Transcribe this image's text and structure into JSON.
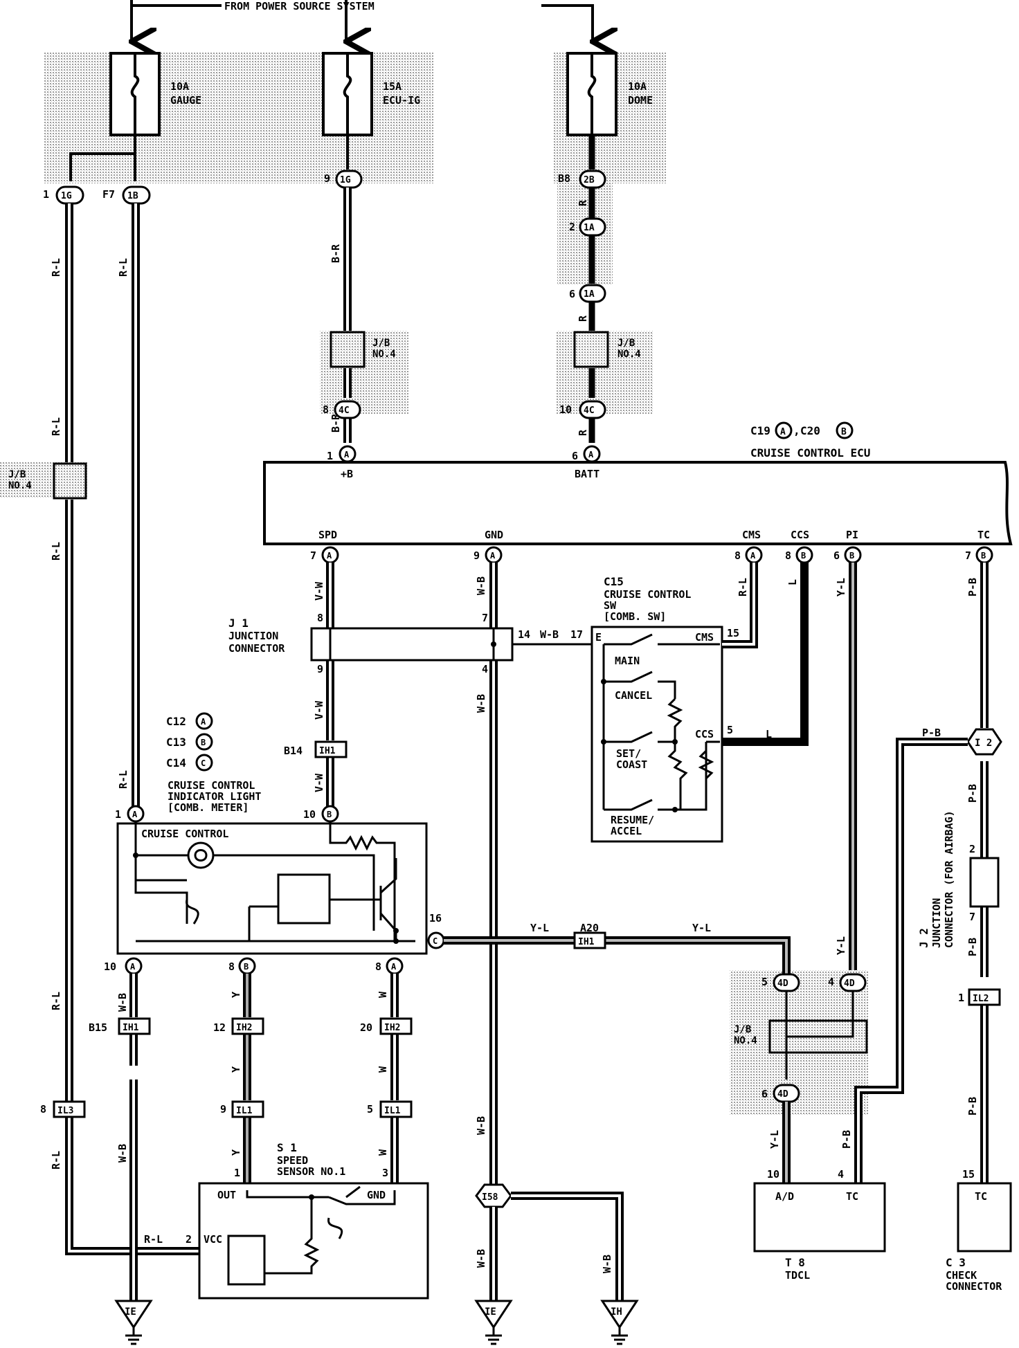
{
  "supply": {
    "label": "FROM POWER SOURCE SYSTEM"
  },
  "fuses": [
    {
      "amp": "10A",
      "name": "GAUGE"
    },
    {
      "amp": "15A",
      "name": "ECU-IG"
    },
    {
      "amp": "10A",
      "name": "DOME"
    }
  ],
  "wire_colors": {
    "rl": "R-L",
    "br": "B-R",
    "r": "R",
    "vw": "V-W",
    "wb": "W-B",
    "l": "L",
    "yl": "Y-L",
    "pb": "P-B",
    "y": "Y",
    "w": "W"
  },
  "jb": {
    "no4_line1": "J/B",
    "no4_line2": "NO.4"
  },
  "connectors": {
    "c1": "1",
    "c1_id": "1G",
    "f7": "F7",
    "f7_id": "1B",
    "c9": "9",
    "c9_id": "1G",
    "b8": "B8",
    "b8_id": "2B",
    "c2": "2",
    "c2_id": "1A",
    "c6": "6",
    "c6_id": "1A",
    "c8": "8",
    "c8_id": "4C",
    "c10": "10",
    "c10_id": "4C",
    "b14": "B14",
    "ih1": "IH1",
    "a20": "A20",
    "b15": "B15",
    "ih2": "IH2",
    "n12": "12",
    "n20": "20",
    "n9": "9",
    "n5": "5",
    "il1": "IL1",
    "n8": "8",
    "il3": "IL3",
    "i2": "I 2",
    "n1": "1",
    "il2": "IL2",
    "n7": "7",
    "n2": "2",
    "d5": "5",
    "d4": "4",
    "d6": "6",
    "d_id": "4D",
    "i58": "I58"
  },
  "ecu": {
    "ref": "C19",
    "ref_a": "A",
    "sep": ",",
    "ref2": "C20",
    "ref_b": "B",
    "name": "CRUISE CONTROL ECU",
    "pins": {
      "b": "+B",
      "batt": "BATT",
      "spd": "SPD",
      "gnd": "GND",
      "cms": "CMS",
      "ccs": "CCS",
      "pi": "PI",
      "tc": "TC"
    },
    "pin_no": {
      "b": "1",
      "batt": "6",
      "spd": "7",
      "gnd": "9",
      "cms": "8",
      "ccs": "8",
      "pi": "6",
      "tc": "7"
    }
  },
  "junction_j1": {
    "ref": "J 1",
    "line1": "JUNCTION",
    "line2": "CONNECTOR",
    "p8": "8",
    "p7": "7",
    "p9": "9",
    "p4": "4",
    "p14": "14",
    "p17": "17"
  },
  "switch": {
    "ref": "C15",
    "line1": "CRUISE CONTROL",
    "line2": "SW",
    "line3": "[COMB. SW]",
    "e": "E",
    "cms": "CMS",
    "ccs": "CCS",
    "p15": "15",
    "p5": "5",
    "main": "MAIN",
    "cancel": "CANCEL",
    "set1": "SET/",
    "set2": "COAST",
    "res1": "RESUME/",
    "res2": "ACCEL"
  },
  "meter": {
    "r1": "C12",
    "r1b": "A",
    "r2": "C13",
    "r2b": "B",
    "r3": "C14",
    "r3b": "C",
    "line1": "CRUISE CONTROL",
    "line2": "INDICATOR LIGHT",
    "line3": "[COMB. METER]",
    "lamp": "CRUISE CONTROL",
    "p1": "1",
    "p10": "10",
    "p16": "16",
    "p10b": "10",
    "p8": "8",
    "p8b": "8"
  },
  "sensor": {
    "ref": "S 1",
    "line1": "SPEED",
    "line2": "SENSOR NO.1",
    "out": "OUT",
    "gnd": "GND",
    "vcc": "VCC",
    "p1": "1",
    "p3": "3",
    "p2": "2"
  },
  "j2": {
    "ref": "J 2",
    "line1": "JUNCTION",
    "line2": "CONNECTOR (FOR AIRBAG)"
  },
  "tdcl": {
    "ref": "T 8",
    "name": "TDCL",
    "ad": "A/D",
    "tc": "TC",
    "p10": "10",
    "p4": "4"
  },
  "check": {
    "ref": "C 3",
    "line1": "CHECK",
    "line2": "CONNECTOR",
    "tc": "TC",
    "p15": "15"
  },
  "grounds": {
    "ie": "IE",
    "ih": "IH"
  }
}
